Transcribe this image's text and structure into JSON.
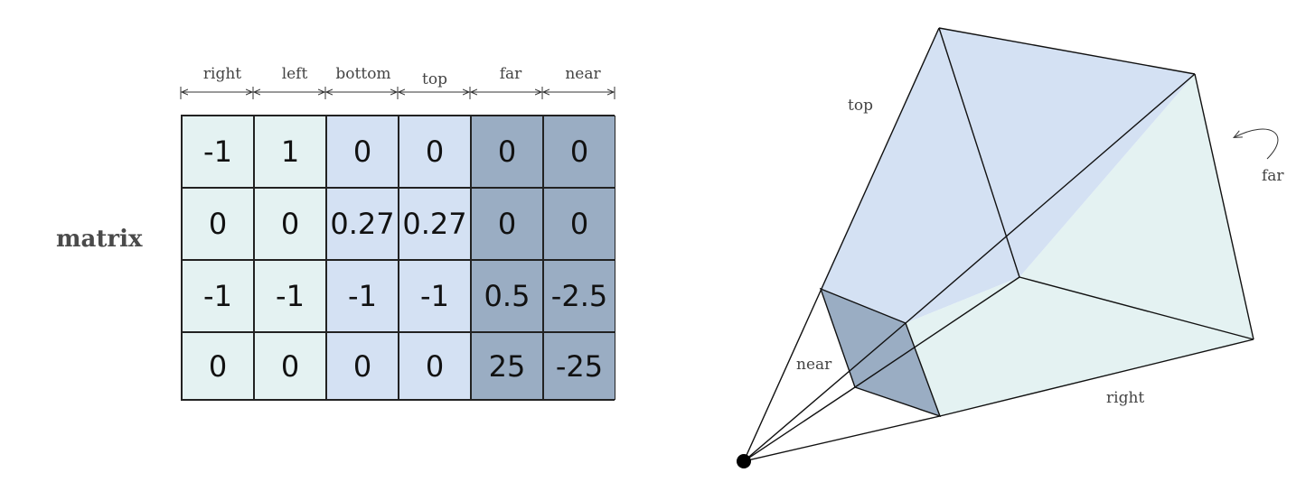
{
  "matrix": {
    "label": "matrix",
    "columns": [
      "right",
      "left",
      "bottom",
      "top",
      "far",
      "near"
    ],
    "rows": [
      [
        "-1",
        "1",
        "0",
        "0",
        "0",
        "0"
      ],
      [
        "0",
        "0",
        "0.27",
        "0.27",
        "0",
        "0"
      ],
      [
        "-1",
        "-1",
        "-1",
        "-1",
        "0.5",
        "-2.5"
      ],
      [
        "0",
        "0",
        "0",
        "0",
        "25",
        "-25"
      ]
    ]
  },
  "frustum": {
    "labels": {
      "top": "top",
      "far": "far",
      "near": "near",
      "right": "right"
    }
  },
  "colors": {
    "side_planes": "#e4f2f2",
    "top_bottom_planes": "#d4e1f3",
    "near_far_planes": "#9aadc3"
  }
}
